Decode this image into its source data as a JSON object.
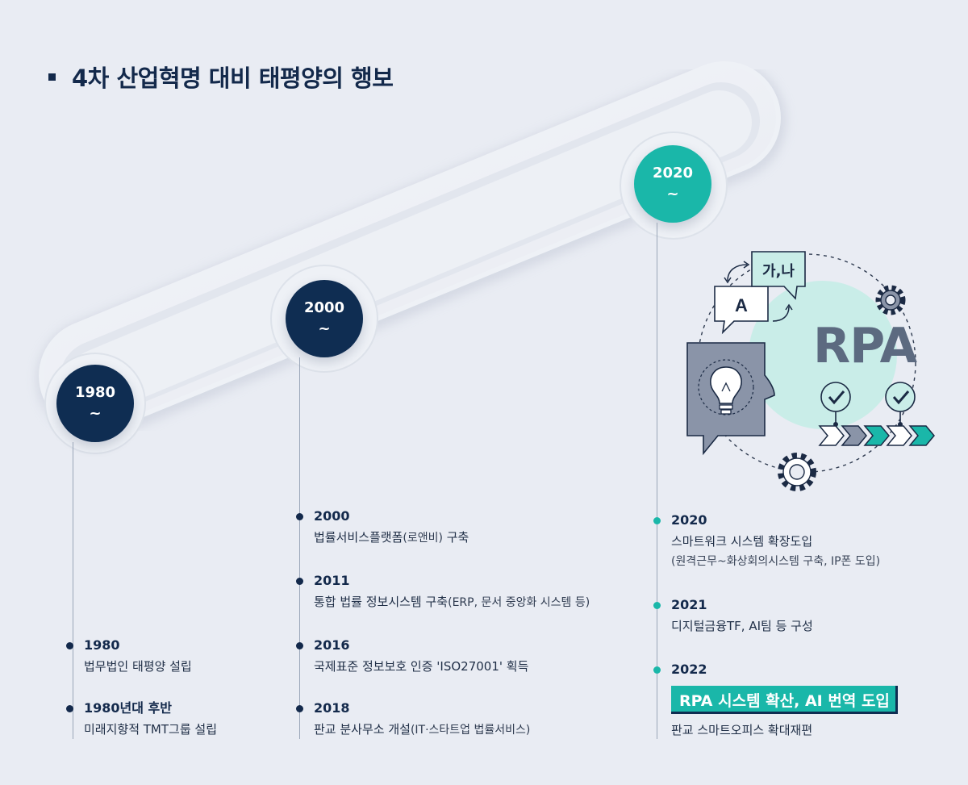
{
  "title": "4차 산업혁명 대비 태평양의 행보",
  "eras": [
    {
      "year": "1980",
      "tilde": "~"
    },
    {
      "year": "2000",
      "tilde": "~"
    },
    {
      "year": "2020",
      "tilde": "~"
    }
  ],
  "illustration": {
    "bubble_a": "A",
    "bubble_ga_na": "가,나",
    "rpa": "RPA",
    "icons": [
      "lightbulb-head-icon",
      "gear-icon",
      "check-icon",
      "arrow-right-icon",
      "speech-bubble-icon"
    ],
    "colors": {
      "teal": "#1ab7a9",
      "navy": "#0f2d52",
      "slate": "#8a94a8",
      "mint": "#c9ede8"
    }
  },
  "timeline": {
    "col1": [
      {
        "year": "1980",
        "desc": "법무법인 태평양 설립"
      },
      {
        "year": "1980년대 후반",
        "desc": "미래지향적 TMT그룹 설립"
      }
    ],
    "col2": [
      {
        "year": "2000",
        "desc_main": "법률서비스플랫폼",
        "desc_light": "(로앤비)",
        "desc_tail": " 구축"
      },
      {
        "year": "2011",
        "desc_main": "통합 법률 정보시스템 구축",
        "desc_light": "(ERP, 문서 중앙화 시스템 등)",
        "desc_tail": ""
      },
      {
        "year": "2016",
        "desc_main": "국제표준 정보보호 인증 'ISO27001' 획득",
        "desc_light": "",
        "desc_tail": ""
      },
      {
        "year": "2018",
        "desc_main": "판교 분사무소 개설",
        "desc_light": "(IT·스타트업 법률서비스)",
        "desc_tail": ""
      }
    ],
    "col3": [
      {
        "year": "2020",
        "desc": "스마트워크 시스템 확장도입",
        "sub": "(원격근무~화상회의시스템 구축, IP폰 도입)"
      },
      {
        "year": "2021",
        "desc": "디지털금융TF, AI팀 등 구성"
      },
      {
        "year": "2022",
        "highlight": "RPA 시스템 확산, AI 번역 도입",
        "desc": "판교 스마트오피스 확대재편"
      }
    ]
  }
}
